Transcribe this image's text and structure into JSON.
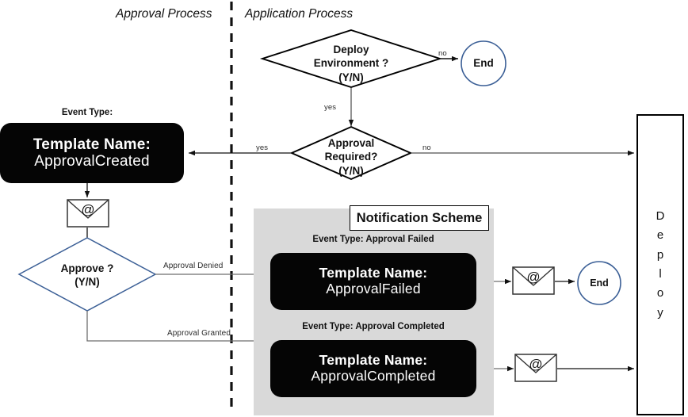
{
  "lanes": [
    {
      "name": "approval-process",
      "title": "Approval Process"
    },
    {
      "name": "application-process",
      "title": "Application Process"
    }
  ],
  "divider": {
    "style": "dashed",
    "color": "#111111"
  },
  "nodes": {
    "deploy_environment": {
      "shape": "diamond",
      "lines": [
        "Deploy",
        "Environment ?",
        "(Y/N)"
      ]
    },
    "approval_required": {
      "shape": "diamond",
      "lines": [
        "Approval",
        "Required?",
        "(Y/N)"
      ]
    },
    "approve": {
      "shape": "diamond",
      "lines": [
        "Approve ?",
        "(Y/N)"
      ]
    },
    "end_top": {
      "shape": "circle",
      "label": "End"
    },
    "end_mid": {
      "shape": "circle",
      "label": "End"
    },
    "approval_created": {
      "shape": "rounded-box",
      "caption": "Event Type:",
      "line1": "Template Name:",
      "line2": "ApprovalCreated"
    },
    "approval_failed": {
      "shape": "rounded-box",
      "caption": "Event Type: Approval Failed",
      "line1": "Template Name:",
      "line2": "ApprovalFailed"
    },
    "approval_completed": {
      "shape": "rounded-box",
      "caption": "Event Type: Approval Completed",
      "line1": "Template Name:",
      "line2": "ApprovalCompleted"
    },
    "notification_scheme": {
      "shape": "panel",
      "title": "Notification Scheme",
      "fill": "#d9d9d9"
    },
    "deploy": {
      "shape": "tall-box",
      "label": "Deploy",
      "letters": [
        "D",
        "e",
        "p",
        "l",
        "o",
        "y"
      ]
    },
    "mail_1": {
      "shape": "envelope",
      "glyph": "@"
    },
    "mail_2": {
      "shape": "envelope",
      "glyph": "@"
    },
    "mail_3": {
      "shape": "envelope",
      "glyph": "@"
    }
  },
  "edges": [
    {
      "name": "deploy-env-no",
      "label": "no"
    },
    {
      "name": "deploy-env-yes",
      "label": "yes"
    },
    {
      "name": "approval-required-yes",
      "label": "yes"
    },
    {
      "name": "approval-required-no",
      "label": "no"
    },
    {
      "name": "approve-denied",
      "label": "Approval Denied"
    },
    {
      "name": "approve-granted",
      "label": "Approval Granted"
    }
  ],
  "colors": {
    "black": "#050505",
    "panel_gray": "#d9d9d9",
    "blue_outline": "#3b5f96",
    "line_gray": "#555555",
    "text": "#111111"
  }
}
